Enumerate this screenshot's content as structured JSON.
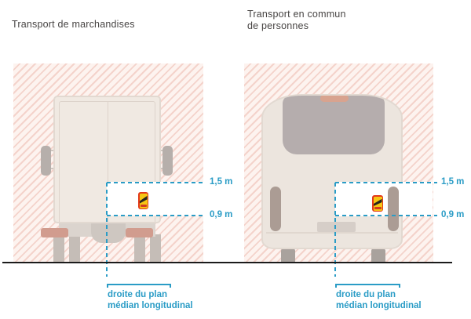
{
  "panels": [
    {
      "title_lines": [
        "Transport de marchandises",
        ""
      ],
      "upper_label": "1,5 m",
      "lower_label": "0,9 m",
      "caption_lines": [
        "droite du plan",
        "médian longitudinal"
      ]
    },
    {
      "title_lines": [
        "Transport en commun",
        "de personnes"
      ],
      "upper_label": "1,5 m",
      "lower_label": "0,9 m",
      "caption_lines": [
        "droite du plan",
        "médian longitudinal"
      ]
    }
  ],
  "icons": {
    "sticker": "blind-spot-warning-sticker"
  },
  "colors": {
    "accent_teal": "#2a9cc6",
    "title_text": "#474443",
    "hatch_background": "#fdf3ef",
    "hatch_stripe": "#f4d3cb",
    "vehicle_body": "#f0e9e2",
    "ground_line": "#1b1b1b",
    "sticker_red": "#e2391b",
    "sticker_yellow": "#f6c613"
  }
}
